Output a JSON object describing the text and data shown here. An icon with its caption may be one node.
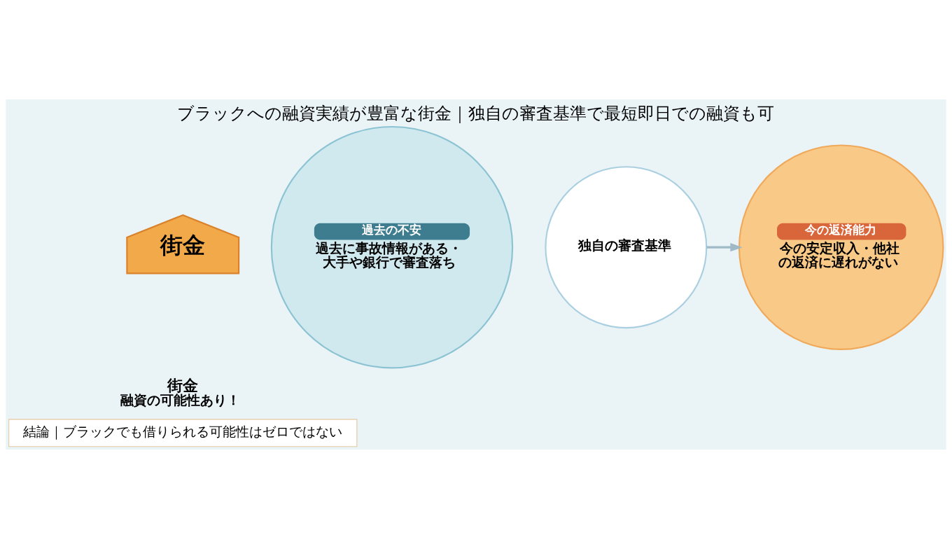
{
  "diagram": {
    "title": "ブラックへの融資実績が豊富な街金｜独自の審査基準で最短即日での融資も可",
    "caption": "結論｜ブラックでも借りられる可能性はゼロではない",
    "nodes": [
      {
        "text": [
          "過去の不安",
          "過去に事故情報がある・大手や銀行で審査落ち"
        ]
      },
      {
        "text": [
          "独自の審査基準"
        ]
      },
      {
        "text": [
          "街金"
        ]
      },
      {
        "text": [
          "今の返済能力",
          "今の安定収入・他社の返済に遅れがない"
        ]
      }
    ],
    "labels": [
      "街金",
      "融資の可能性あり！"
    ],
    "edges": [
      {
        "from": 1,
        "to": 3,
        "arrow": "to"
      }
    ]
  }
}
